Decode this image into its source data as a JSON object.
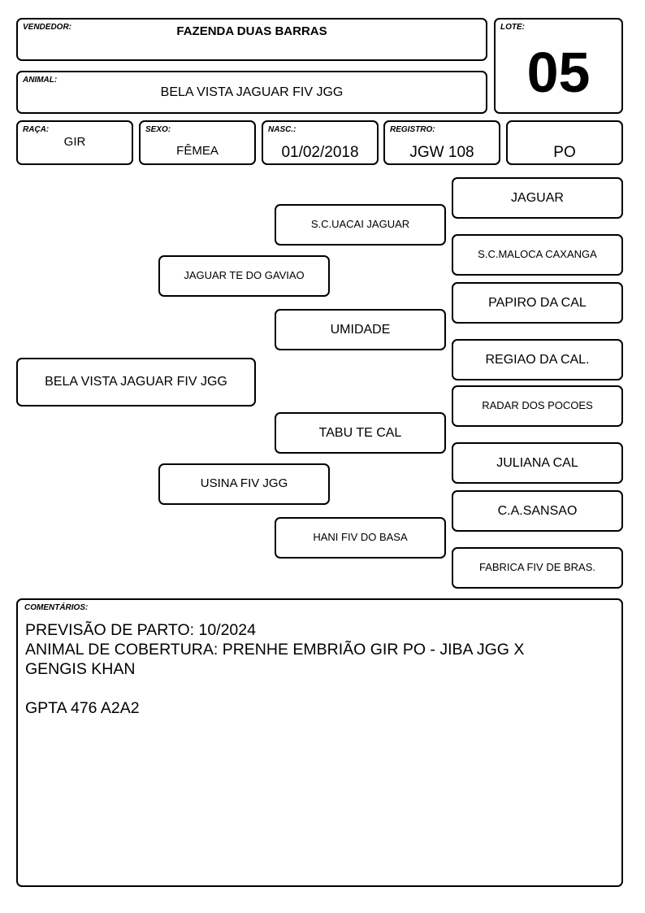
{
  "header": {
    "vendedor": {
      "label": "VENDEDOR:",
      "value": "FAZENDA DUAS BARRAS"
    },
    "lote": {
      "label": "LOTE:",
      "value": "05"
    },
    "animal": {
      "label": "ANIMAL:",
      "value": "BELA VISTA JAGUAR FIV JGG"
    },
    "raca": {
      "label": "RAÇA:",
      "value": "GIR"
    },
    "sexo": {
      "label": "SEXO:",
      "value": "FÊMEA"
    },
    "nasc": {
      "label": "NASC.:",
      "value": "01/02/2018"
    },
    "registro": {
      "label": "REGISTRO:",
      "value": "JGW 108"
    },
    "categoria": {
      "value": "PO"
    }
  },
  "pedigree": {
    "animal": "BELA VISTA JAGUAR FIV JGG",
    "sire": "JAGUAR TE DO GAVIAO",
    "dam": "USINA FIV JGG",
    "sire_sire": "S.C.UACAI JAGUAR",
    "sire_dam": "UMIDADE",
    "dam_sire": "TABU TE CAL",
    "dam_dam": "HANI FIV DO BASA",
    "ggp": [
      "JAGUAR",
      "S.C.MALOCA CAXANGA",
      "PAPIRO DA CAL",
      "REGIAO DA CAL.",
      "RADAR DOS POCOES",
      "JULIANA CAL",
      "C.A.SANSAO",
      "FABRICA FIV DE BRAS."
    ]
  },
  "comments": {
    "label": "COMENTÁRIOS:",
    "text": "PREVISÃO DE PARTO: 10/2024\nANIMAL DE COBERTURA: PRENHE EMBRIÃO GIR PO - JIBA JGG X\nGENGIS KHAN\n\nGPTA 476 A2A2"
  }
}
